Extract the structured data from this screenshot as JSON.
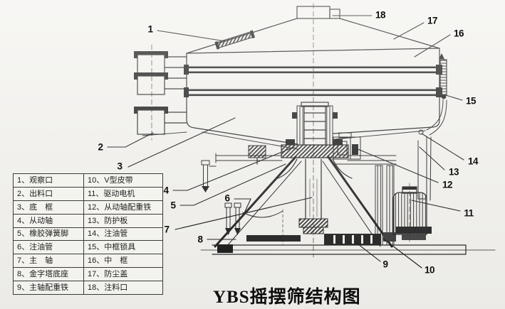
{
  "title": "YBS摇摆筛结构图",
  "legend": {
    "rows": [
      {
        "left": "1、观察口",
        "right": "10、V型皮带"
      },
      {
        "left": "2、出料口",
        "right": "11、驱动电机"
      },
      {
        "left": "3、底　框",
        "right": "12、从动轴配重铁"
      },
      {
        "left": "4、从动轴",
        "right": "13、防护板"
      },
      {
        "left": "5、橡胶弹簧脚",
        "right": "14、注油管"
      },
      {
        "left": "6、注油管",
        "right": "15、中框锁具"
      },
      {
        "left": "7、主　轴",
        "right": "16、中　框"
      },
      {
        "left": "8、金字塔底座",
        "right": "17、防尘盖"
      },
      {
        "left": "9、主轴配重铁",
        "right": "18、注料口"
      }
    ]
  },
  "callouts": [
    "1",
    "2",
    "3",
    "4",
    "5",
    "6",
    "7",
    "8",
    "9",
    "10",
    "11",
    "12",
    "13",
    "14",
    "15",
    "16",
    "17",
    "18"
  ],
  "colors": {
    "ink": "#1a1a1a",
    "paper": "#f3f2ee"
  }
}
